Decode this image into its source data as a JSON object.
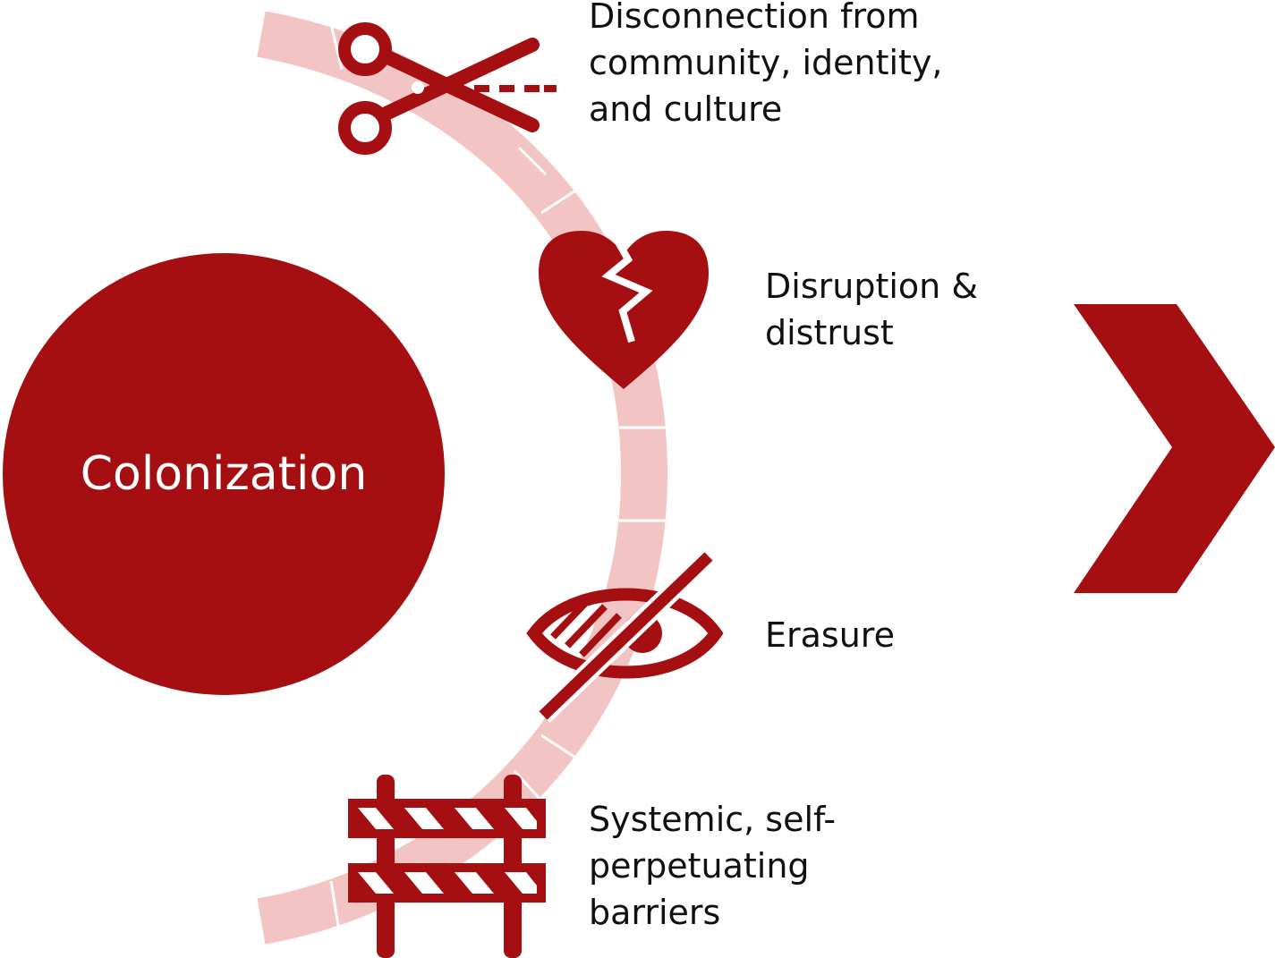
{
  "colors": {
    "primary": "#A50F11",
    "arc": "#F2C4C4",
    "text": "#111111",
    "background": "#FFFFFF"
  },
  "central": {
    "label": "Colonization"
  },
  "items": [
    {
      "icon": "scissors-icon",
      "label": "Disconnection from community, identity, and culture"
    },
    {
      "icon": "broken-heart-icon",
      "label": "Disruption & distrust"
    },
    {
      "icon": "eye-slash-icon",
      "label": "Erasure"
    },
    {
      "icon": "barrier-icon",
      "label": "Systemic, self-perpetuating barriers"
    }
  ],
  "arrow": {
    "icon": "chevron-right-icon"
  }
}
